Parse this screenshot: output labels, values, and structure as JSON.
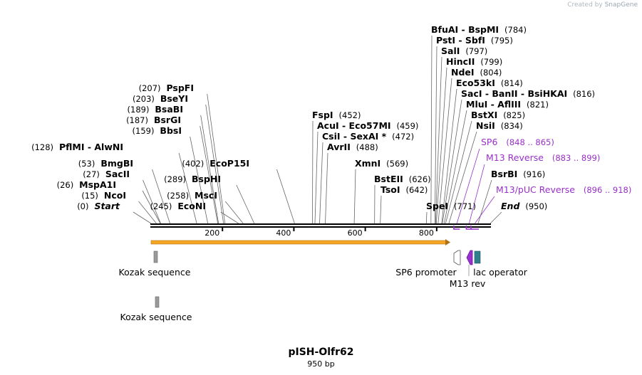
{
  "watermark": {
    "prefix": "Created by",
    "brand": "SnapGene"
  },
  "plasmid": {
    "name": "pISH-Olfr62",
    "length_label": "950 bp"
  },
  "map": {
    "total_bp": 950,
    "ticks": [
      {
        "pos": 200,
        "label": "200"
      },
      {
        "pos": 400,
        "label": "400"
      },
      {
        "pos": 600,
        "label": "600"
      },
      {
        "pos": 800,
        "label": "800"
      }
    ],
    "sites": [
      {
        "name": "Start",
        "pos_label": "(0)",
        "bp": 0,
        "style": "start"
      },
      {
        "name": "NcoI",
        "pos_label": "(15)",
        "bp": 15
      },
      {
        "name": "MspA1I",
        "pos_label": "(26)",
        "bp": 26
      },
      {
        "name": "SacII",
        "pos_label": "(27)",
        "bp": 27
      },
      {
        "name": "BmgBI",
        "pos_label": "(53)",
        "bp": 53
      },
      {
        "name": "PflMI  - AlwNI",
        "pos_label": "(128)",
        "bp": 128
      },
      {
        "name": "BbsI",
        "pos_label": "(159)",
        "bp": 159
      },
      {
        "name": "BsrGI",
        "pos_label": "(187)",
        "bp": 187
      },
      {
        "name": "BsaBI",
        "pos_label": "(189)",
        "bp": 189
      },
      {
        "name": "BseYI",
        "pos_label": "(203)",
        "bp": 203
      },
      {
        "name": "PspFI",
        "pos_label": "(207)",
        "bp": 207
      },
      {
        "name": "EcoNI",
        "pos_label": "(245)",
        "bp": 245
      },
      {
        "name": "MscI",
        "pos_label": "(258)",
        "bp": 258
      },
      {
        "name": "BspHI",
        "pos_label": "(289)",
        "bp": 289
      },
      {
        "name": "EcoP15I",
        "pos_label": "(402)",
        "bp": 402
      },
      {
        "name": "FspI",
        "pos_label": "(452)",
        "bp": 452
      },
      {
        "name": "AcuI  - Eco57MI",
        "pos_label": "(459)",
        "bp": 459
      },
      {
        "name": "CsiI  - SexAI *",
        "pos_label": "(472)",
        "bp": 472
      },
      {
        "name": "AvrII",
        "pos_label": "(488)",
        "bp": 488
      },
      {
        "name": "XmnI",
        "pos_label": "(569)",
        "bp": 569
      },
      {
        "name": "BstEII",
        "pos_label": "(626)",
        "bp": 626
      },
      {
        "name": "TsoI",
        "pos_label": "(642)",
        "bp": 642
      },
      {
        "name": "SpeI",
        "pos_label": "(771)",
        "bp": 771
      },
      {
        "name": "BfuAI  - BspMI",
        "pos_label": "(784)",
        "bp": 784
      },
      {
        "name": "PstI  - SbfI",
        "pos_label": "(795)",
        "bp": 795
      },
      {
        "name": "SalI",
        "pos_label": "(797)",
        "bp": 797
      },
      {
        "name": "HincII",
        "pos_label": "(799)",
        "bp": 799
      },
      {
        "name": "NdeI",
        "pos_label": "(804)",
        "bp": 804
      },
      {
        "name": "Eco53kI",
        "pos_label": "(814)",
        "bp": 814
      },
      {
        "name": "SacI  - BanII  - BsiHKAI",
        "pos_label": "(816)",
        "bp": 816
      },
      {
        "name": "MluI  - AflIII",
        "pos_label": "(821)",
        "bp": 821
      },
      {
        "name": "BstXI",
        "pos_label": "(825)",
        "bp": 825
      },
      {
        "name": "NsiI",
        "pos_label": "(834)",
        "bp": 834
      },
      {
        "name": "BsrBI",
        "pos_label": "(916)",
        "bp": 916
      },
      {
        "name": "End",
        "pos_label": "(950)",
        "bp": 950,
        "style": "end"
      }
    ],
    "primers": [
      {
        "name": "SP6",
        "range_label": "(848 .. 865)",
        "start": 848,
        "end": 865
      },
      {
        "name": "M13 Reverse",
        "range_label": "(883 .. 899)",
        "start": 883,
        "end": 899
      },
      {
        "name": "M13/pUC Reverse",
        "range_label": "(896 .. 918)",
        "start": 896,
        "end": 918
      }
    ],
    "features": [
      {
        "name": "Kozak sequence",
        "type": "misc",
        "color": "#9a9a9a"
      },
      {
        "name": "Kozak sequence",
        "type": "misc",
        "color": "#9a9a9a"
      },
      {
        "name": "SP6 promoter",
        "type": "promoter",
        "color": "#ffffff"
      },
      {
        "name": "M13 rev",
        "type": "primer_bind",
        "color": "#9a30d0"
      },
      {
        "name": "lac operator",
        "type": "protein_bind",
        "color": "#2f7f8c"
      }
    ],
    "colors": {
      "backbone": "#000000",
      "orf_fill": "#f5a623",
      "orf_stroke": "#b07018",
      "primer": "#9a30c8",
      "leader": "#666666"
    }
  }
}
